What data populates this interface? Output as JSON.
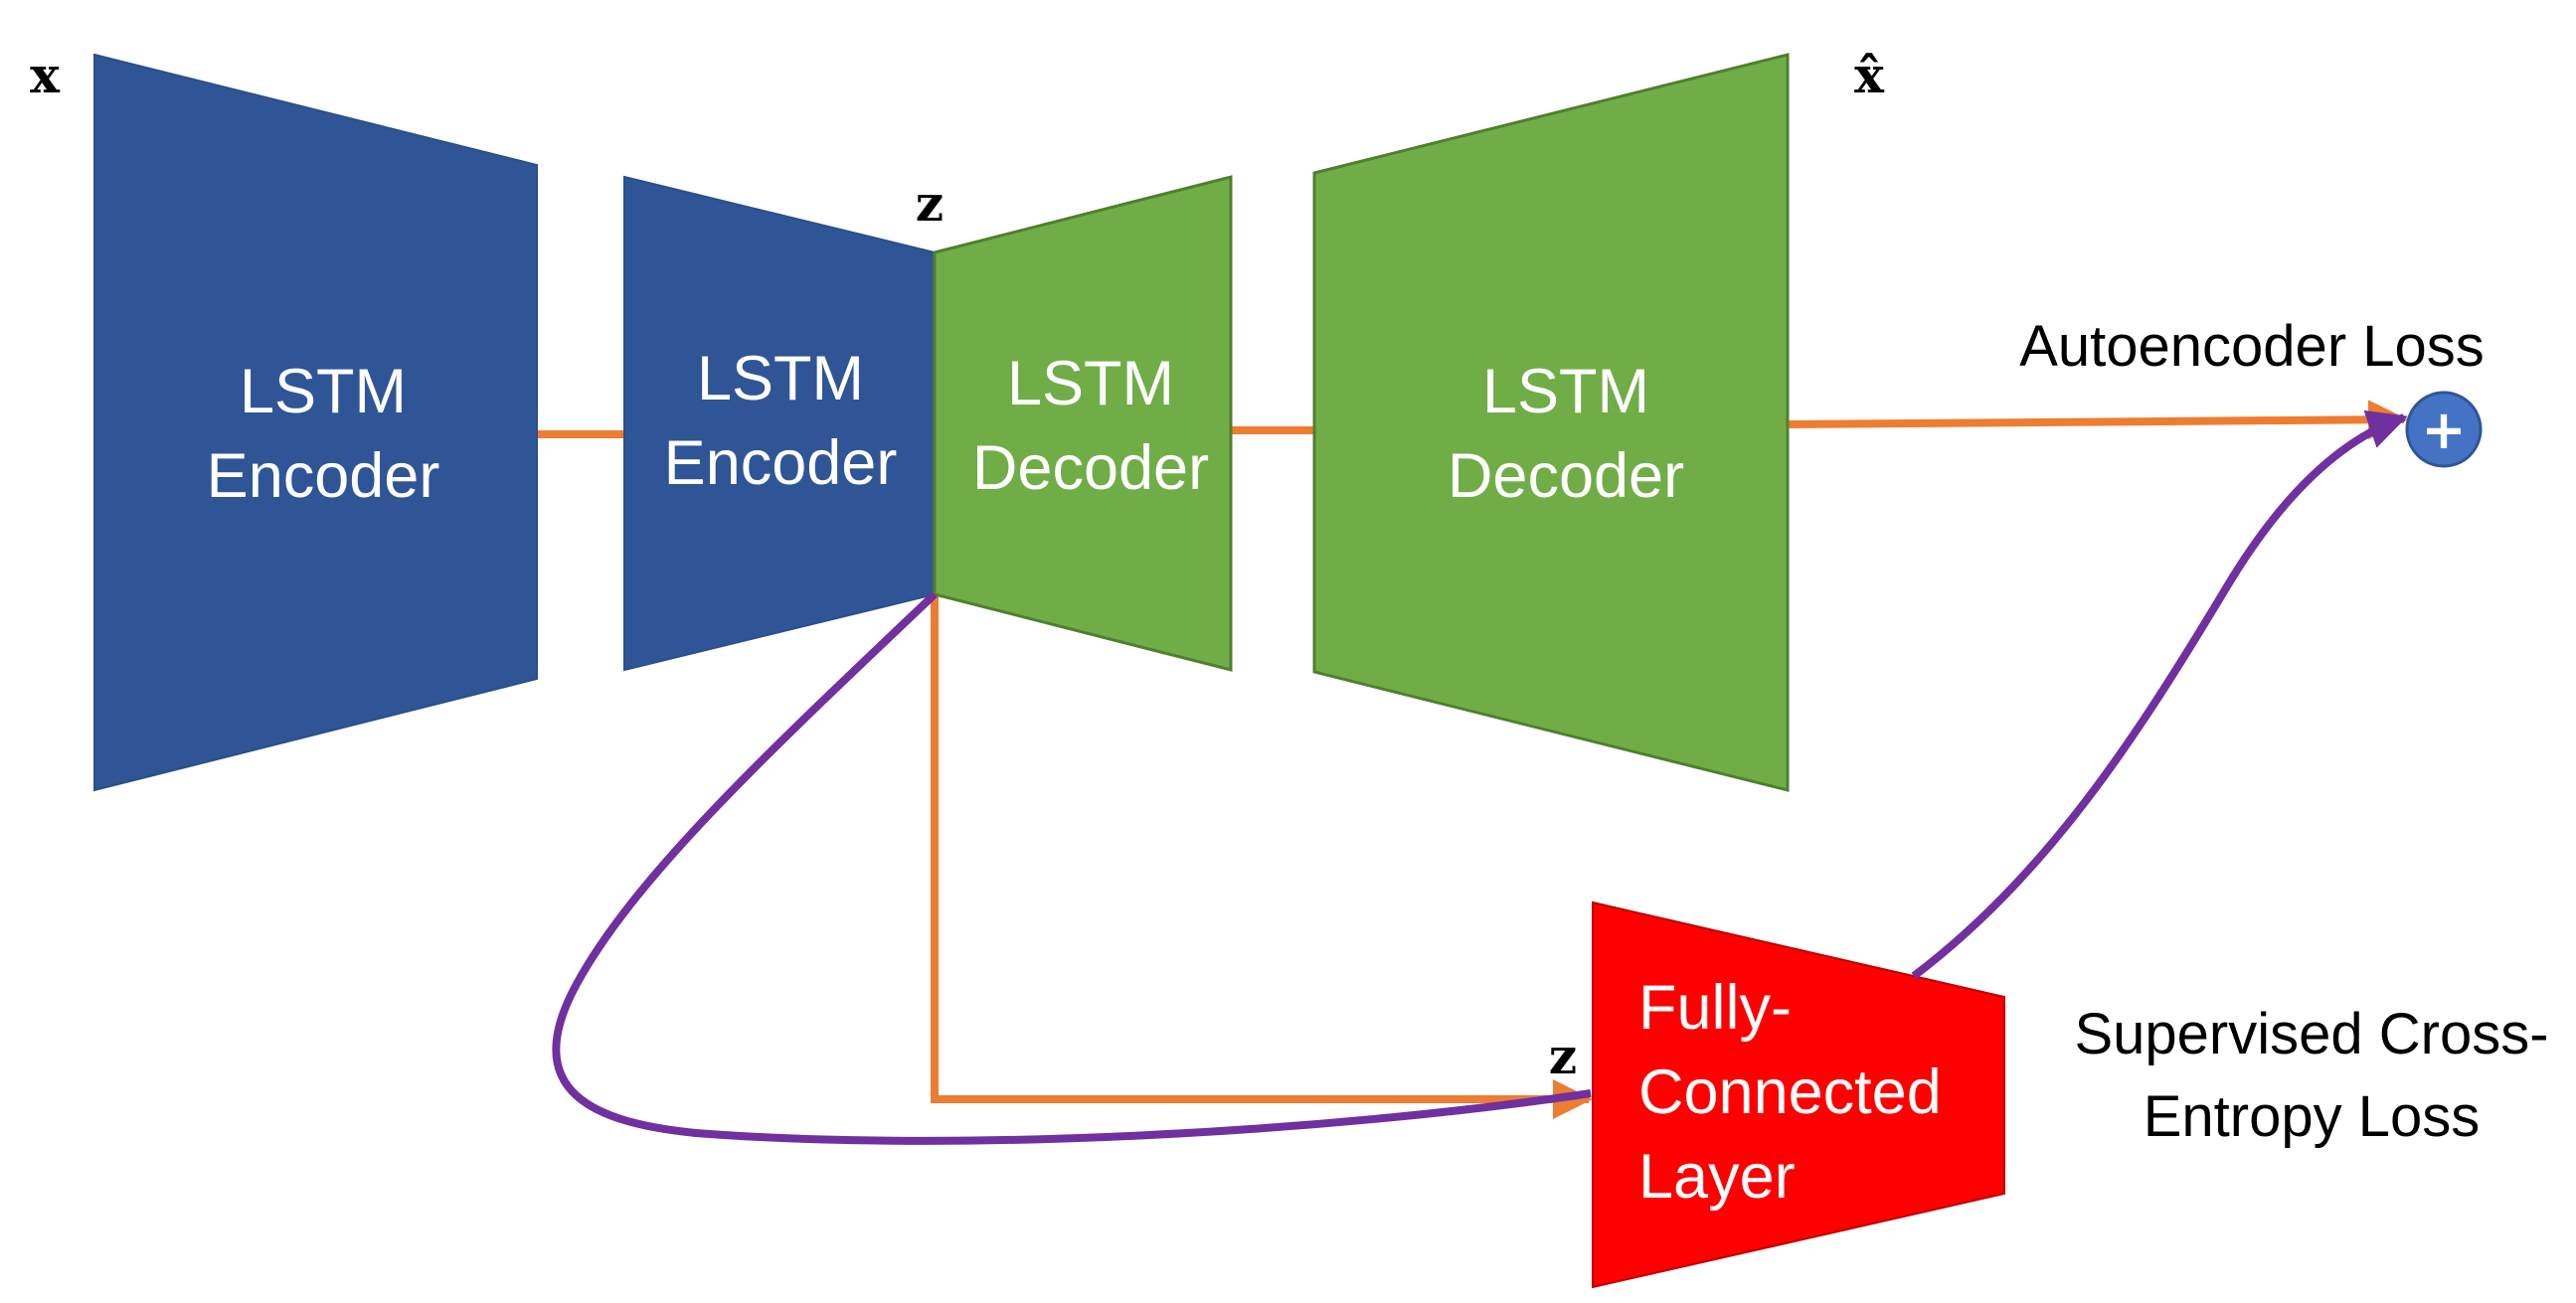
{
  "colors": {
    "encoder": "#2F5597",
    "decoder": "#70AD47",
    "fc_layer": "#FF0000",
    "orange_path": "#ED7D31",
    "purple_path": "#7030A0",
    "sum_node": "#4472C4"
  },
  "blocks": {
    "encoder1": {
      "line1": "LSTM",
      "line2": "Encoder"
    },
    "encoder2": {
      "line1": "LSTM",
      "line2": "Encoder"
    },
    "decoder1": {
      "line1": "LSTM",
      "line2": "Decoder"
    },
    "decoder2": {
      "line1": "LSTM",
      "line2": "Decoder"
    },
    "fc": {
      "line1": "Fully-",
      "line2": "Connected",
      "line3": "Layer"
    }
  },
  "variables": {
    "input": "x",
    "latent_top": "z",
    "latent_fc": "z",
    "reconstruction": "x̂"
  },
  "losses": {
    "autoencoder": "Autoencoder Loss",
    "supervised_line1": "Supervised Cross-",
    "supervised_line2": "Entropy Loss",
    "sum_symbol": "+"
  }
}
